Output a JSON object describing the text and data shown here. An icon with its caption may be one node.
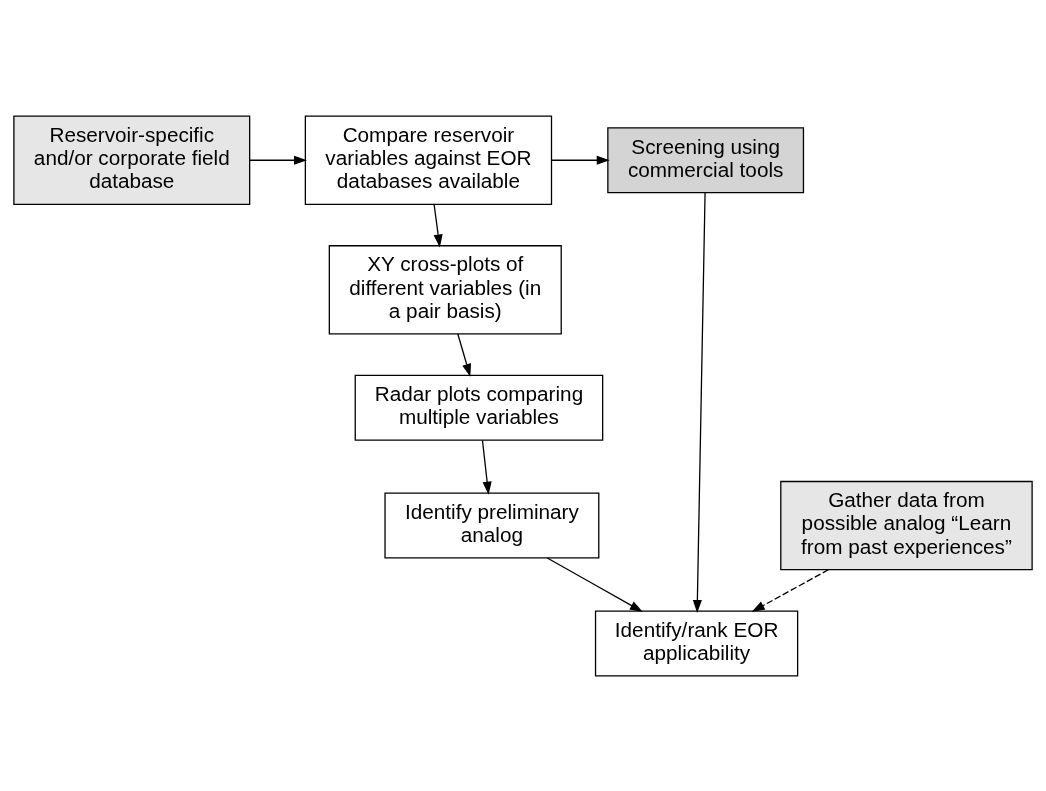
{
  "diagram": {
    "nodes": [
      {
        "text": [
          "Screening using commercial tools"
        ]
      },
      {
        "text": [
          "Compare reservoir variables against EOR databases available"
        ]
      },
      {
        "text": [
          "Reservoir-specific and/or corporate field database"
        ]
      },
      {
        "text": [
          "XY cross-plots of different variables (in a pair basis)"
        ]
      },
      {
        "text": [
          "Radar plots comparing multiple variables"
        ]
      },
      {
        "text": [
          "Identify preliminary analog"
        ]
      },
      {
        "text": [
          "Gather data from possible analog “Learn from past experiences”"
        ]
      },
      {
        "text": [
          "Identify/rank EOR applicability"
        ]
      }
    ],
    "edges": [
      {
        "from": 1,
        "to": 0,
        "arrow": "to"
      },
      {
        "from": 2,
        "to": 1,
        "arrow": "to"
      },
      {
        "from": 1,
        "to": 3,
        "arrow": "to"
      },
      {
        "from": 3,
        "to": 4,
        "arrow": "to"
      },
      {
        "from": 4,
        "to": 5,
        "arrow": "to"
      },
      {
        "from": 5,
        "to": 7,
        "arrow": "to"
      },
      {
        "from": 6,
        "to": 7,
        "arrow": "to",
        "style": "dashed"
      },
      {
        "from": 0,
        "to": 7,
        "arrow": "to"
      }
    ]
  }
}
